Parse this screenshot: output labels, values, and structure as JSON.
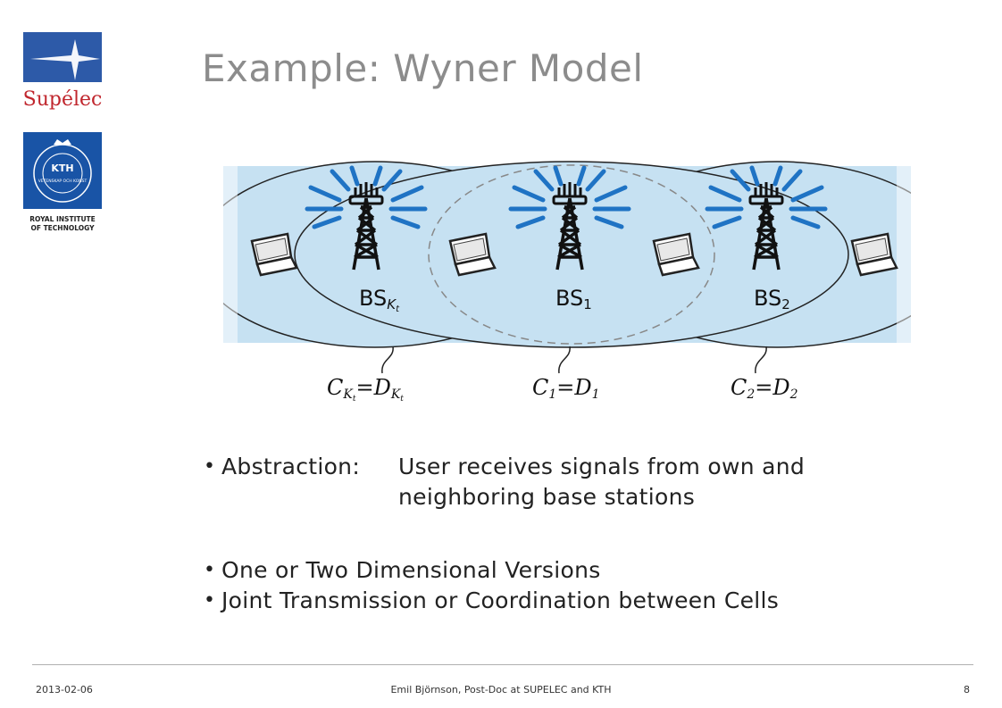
{
  "logos": {
    "supelec_text": "Supélec",
    "kth_text": "KTH",
    "kth_ring_text": "VETENSKAP OCH KONST",
    "kth_caption_line1": "ROYAL INSTITUTE",
    "kth_caption_line2": "OF TECHNOLOGY"
  },
  "slide": {
    "title": "Example: Wyner Model"
  },
  "diagram": {
    "base_stations": [
      {
        "label": "BS",
        "subscript": "K",
        "subsubscript": "t"
      },
      {
        "label": "BS",
        "subscript": "1",
        "subsubscript": ""
      },
      {
        "label": "BS",
        "subscript": "2",
        "subsubscript": ""
      }
    ],
    "backhaul_labels": [
      {
        "c": "C",
        "d": "D",
        "sub": "K",
        "subsub": "t"
      },
      {
        "c": "C",
        "d": "D",
        "sub": "1",
        "subsub": ""
      },
      {
        "c": "C",
        "d": "D",
        "sub": "2",
        "subsub": ""
      }
    ],
    "equals": "=",
    "colors": {
      "cell_fill": "#c6e1f2",
      "beam": "#1f73c4",
      "tower": "#111111"
    }
  },
  "bullets": {
    "abstraction_term": "Abstraction:",
    "abstraction_line1": "User receives signals from own and",
    "abstraction_line2": "neighboring base stations",
    "item2": "One or Two Dimensional Versions",
    "item3": "Joint Transmission or Coordination between Cells",
    "marker": "•"
  },
  "footer": {
    "date": "2013-02-06",
    "author": "Emil Björnson, Post-Doc at SUPELEC and KTH",
    "page": "8"
  }
}
